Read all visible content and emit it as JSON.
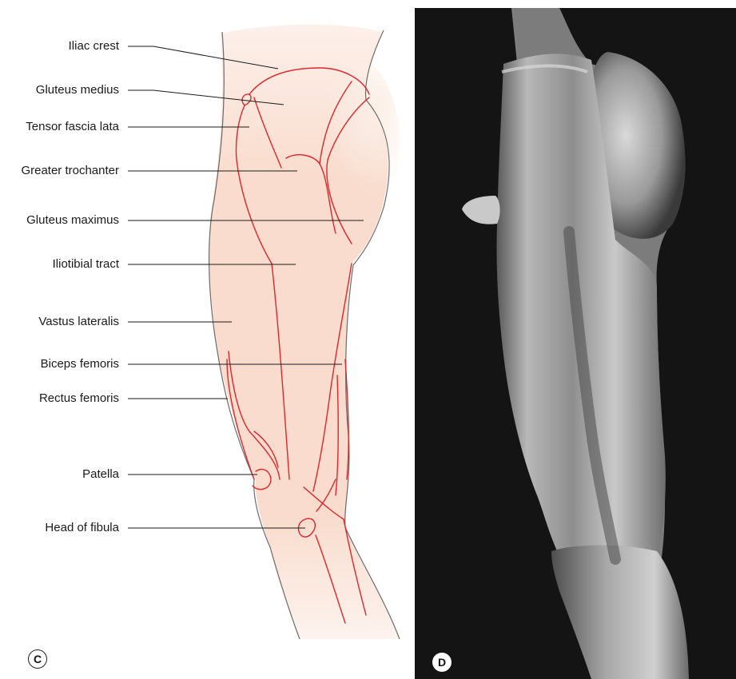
{
  "figure": {
    "panels": [
      {
        "id": "C",
        "label": "C"
      },
      {
        "id": "D",
        "label": "D"
      }
    ],
    "labels": [
      "Iliac crest",
      "Gluteus medius",
      "Tensor fascia lata",
      "Greater trochanter",
      "Gluteus maximus",
      "Iliotibial tract",
      "Vastus lateralis",
      "Biceps femoris",
      "Rectus femoris",
      "Patella",
      "Head of fibula"
    ],
    "colors": {
      "skin_fill": "#f9dccd",
      "outline_red": "#e0262a",
      "outline_gray": "#6b6b6b",
      "photo_background": "#141414"
    }
  }
}
